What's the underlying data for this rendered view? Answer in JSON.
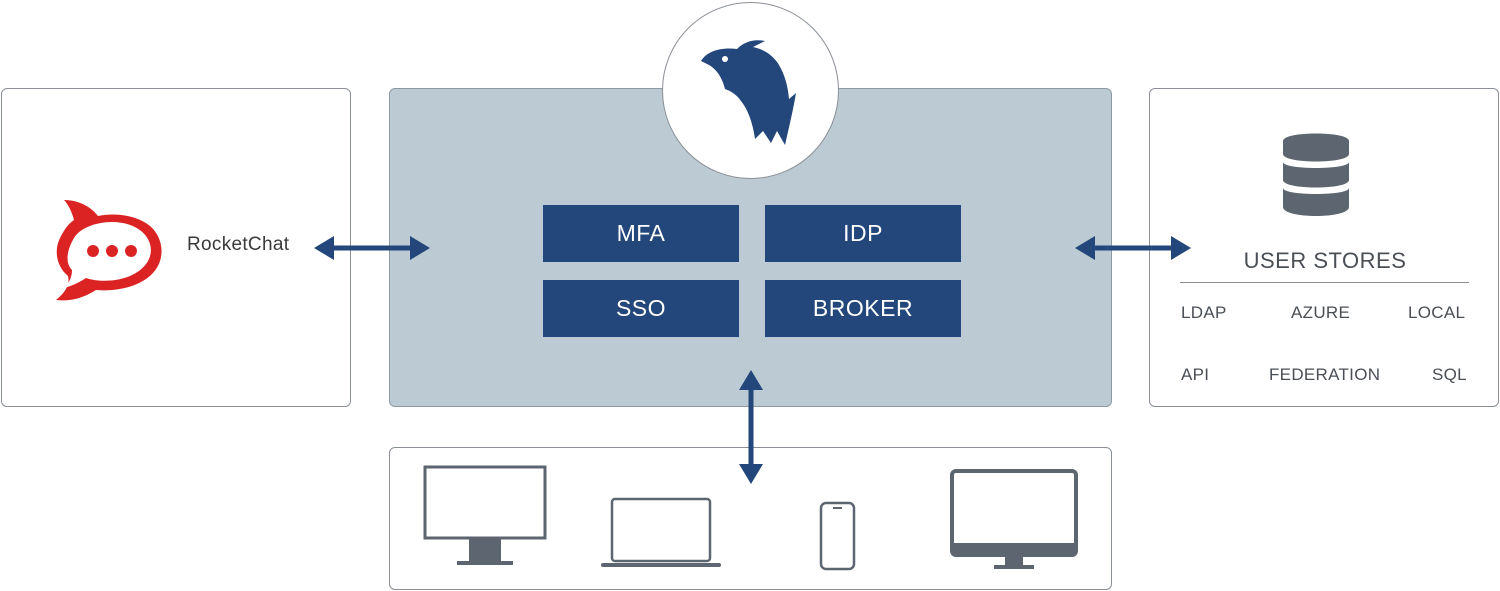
{
  "colors": {
    "navy": "#23477a",
    "gateway_panel": "#bccbd3",
    "device_gray": "#5d6670",
    "rocketchat_red": "#db2323"
  },
  "client_app": {
    "name": "RocketChat",
    "icon": "rocketchat-logo-icon"
  },
  "gateway": {
    "logo_icon": "bird-logo-icon",
    "features": [
      "MFA",
      "IDP",
      "SSO",
      "BROKER"
    ]
  },
  "user_stores": {
    "icon": "database-icon",
    "title": "USER STORES",
    "items": [
      "LDAP",
      "AZURE",
      "LOCAL",
      "API",
      "FEDERATION",
      "SQL"
    ]
  },
  "devices": [
    "desktop-monitor-icon",
    "laptop-icon",
    "smartphone-icon",
    "imac-icon"
  ]
}
